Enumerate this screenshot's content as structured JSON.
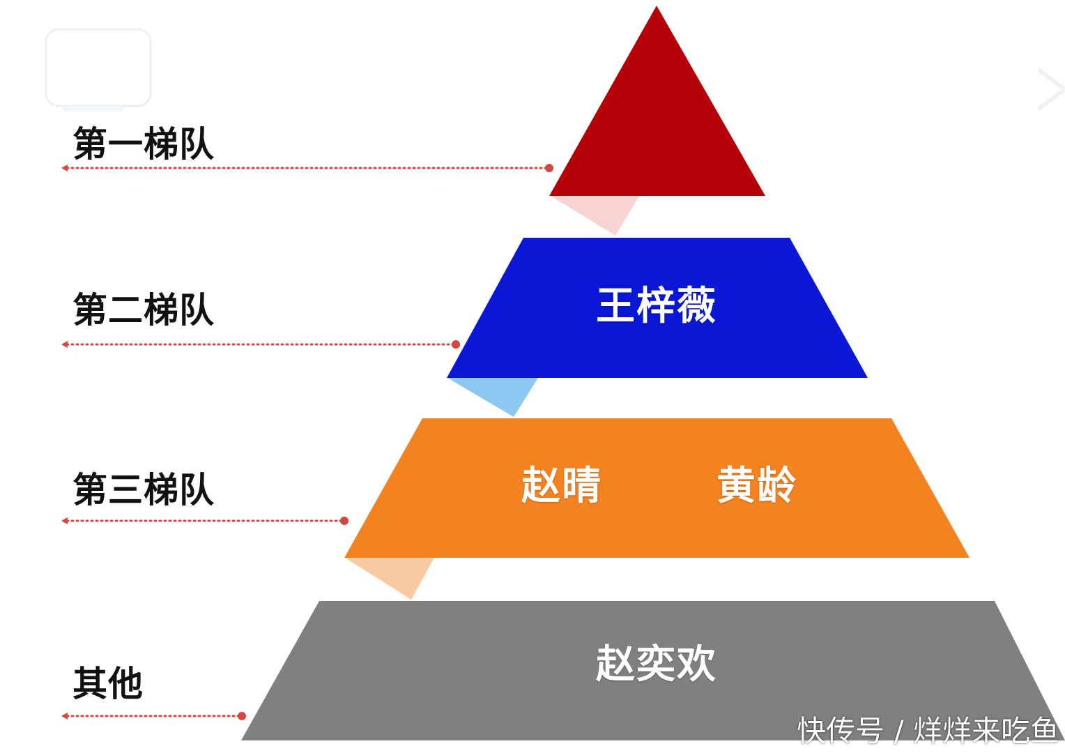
{
  "tiers": [
    {
      "label": "第一梯队",
      "names": [],
      "color": "#b50008",
      "fold_color": "#f7d3d3"
    },
    {
      "label": "第二梯队",
      "names": [
        "王梓薇"
      ],
      "color": "#0a17d6",
      "fold_color": "#8cc8f0"
    },
    {
      "label": "第三梯队",
      "names": [
        "赵晴",
        "黄龄"
      ],
      "color": "#f58220",
      "fold_color": "#f9c9a1"
    },
    {
      "label": "其他",
      "names": [
        "赵奕欢"
      ],
      "color": "#808080"
    }
  ],
  "leader_color": "#d64541",
  "watermark": "快传号 / 烊烊来吃鱼"
}
